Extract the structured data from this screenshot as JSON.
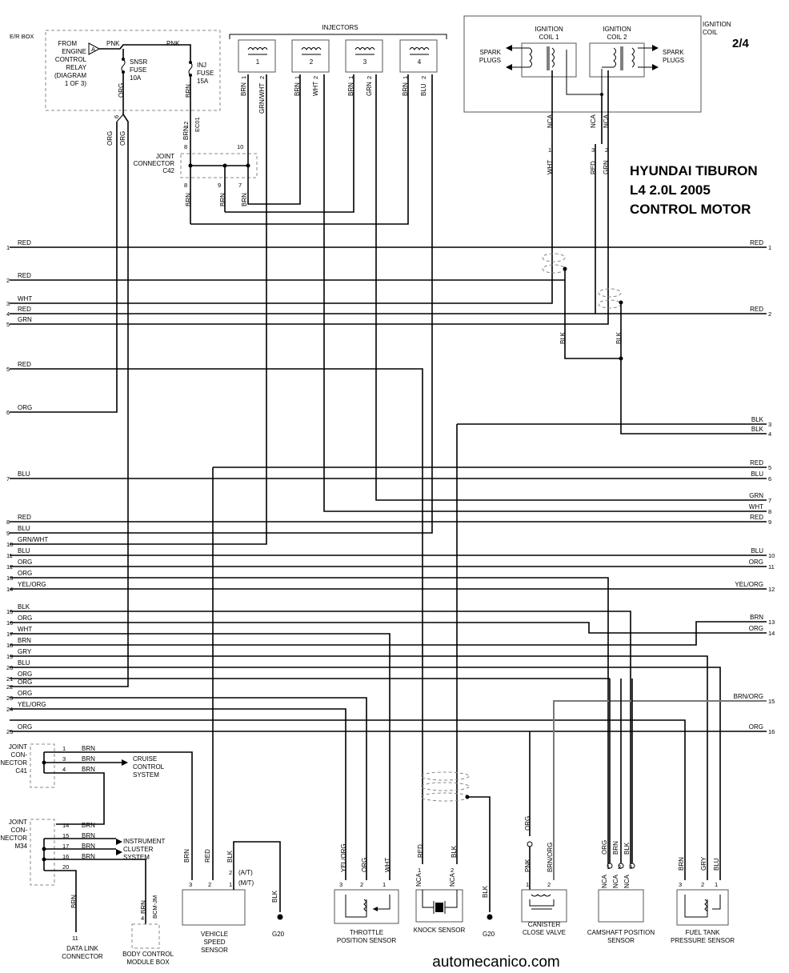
{
  "page_number": "2/4",
  "title_lines": [
    "HYUNDAI TIBURON",
    "L4 2.0L 2005",
    "CONTROL MOTOR"
  ],
  "website": "automecanico.com",
  "er_box": {
    "label": "E/R BOX",
    "relay_lines": [
      "FROM",
      "ENGINE",
      "CONTROL",
      "RELAY",
      "(DIAGRAM",
      "1 OF 3)"
    ],
    "relay_pin": "A",
    "pnk1": "PNK",
    "pnk2": "PNK",
    "snsr_fuse": [
      "SNSR",
      "FUSE",
      "10A"
    ],
    "inj_fuse": [
      "INJ",
      "FUSE",
      "15A"
    ],
    "org": "ORG",
    "brn": "BRN"
  },
  "joint_c42": {
    "label": [
      "JOINT",
      "CONNECTOR",
      "C42"
    ],
    "pins": [
      "10",
      "8",
      "9",
      "7"
    ]
  },
  "pin_labels_top": {
    "pin6": "6",
    "org_a": "ORG",
    "org_b": "ORG",
    "pin12": "12",
    "brn": "BRN",
    "ec01": "EC01",
    "pin8": "8"
  },
  "injectors": {
    "title": "INJECTORS",
    "items": [
      {
        "num": "1",
        "pins": [
          "1",
          "2"
        ],
        "wires": [
          "BRN",
          "GRN/WHT"
        ]
      },
      {
        "num": "2",
        "pins": [
          "1",
          "2"
        ],
        "wires": [
          "BRN",
          "WHT"
        ]
      },
      {
        "num": "3",
        "pins": [
          "1",
          "2"
        ],
        "wires": [
          "BRN",
          "GRN"
        ]
      },
      {
        "num": "4",
        "pins": [
          "1",
          "2"
        ],
        "wires": [
          "BRN",
          "BLU"
        ]
      }
    ],
    "lower_wires": [
      "BRN",
      "BRN",
      "BRN"
    ]
  },
  "ignition": {
    "label": [
      "IGNITION",
      "COIL"
    ],
    "coil1": [
      "IGNITION",
      "COIL 1"
    ],
    "coil2": [
      "IGNITION",
      "COIL 2"
    ],
    "spark_left": [
      "SPARK",
      "PLUGS"
    ],
    "spark_right": [
      "SPARK",
      "PLUGS"
    ],
    "nca": [
      "NCA",
      "NCA",
      "NCA"
    ],
    "pins": [
      "1",
      "3",
      "2"
    ],
    "wires": [
      "WHT",
      "RED",
      "GRN"
    ],
    "blk": [
      "BLK",
      "BLK"
    ]
  },
  "left_lines": [
    {
      "num": "1",
      "label": "RED"
    },
    {
      "num": "2",
      "label": "RED"
    },
    {
      "num": "3",
      "label": "WHT"
    },
    {
      "num": "4",
      "label": "RED"
    },
    {
      "num": "5",
      "label": "GRN"
    },
    {
      "num": "5",
      "label": "RED"
    },
    {
      "num": "6",
      "label": "ORG"
    },
    {
      "num": "7",
      "label": "BLU"
    },
    {
      "num": "8",
      "label": "RED"
    },
    {
      "num": "9",
      "label": "BLU"
    },
    {
      "num": "10",
      "label": "GRN/WHT"
    },
    {
      "num": "11",
      "label": "BLU"
    },
    {
      "num": "12",
      "label": "ORG"
    },
    {
      "num": "13",
      "label": "ORG"
    },
    {
      "num": "14",
      "label": "YEL/ORG"
    },
    {
      "num": "15",
      "label": "BLK"
    },
    {
      "num": "16",
      "label": "ORG"
    },
    {
      "num": "17",
      "label": "WHT"
    },
    {
      "num": "18",
      "label": "BRN"
    },
    {
      "num": "19",
      "label": "GRY"
    },
    {
      "num": "20",
      "label": "BLU"
    },
    {
      "num": "21",
      "label": "ORG"
    },
    {
      "num": "22",
      "label": "ORG"
    },
    {
      "num": "23",
      "label": "ORG"
    },
    {
      "num": "24",
      "label": "YEL/ORG"
    },
    {
      "num": "25",
      "label": "ORG"
    }
  ],
  "right_lines": [
    {
      "num": "1",
      "label": "RED"
    },
    {
      "num": "2",
      "label": "RED"
    },
    {
      "num": "3",
      "label": "BLK"
    },
    {
      "num": "4",
      "label": "BLK"
    },
    {
      "num": "5",
      "label": "RED"
    },
    {
      "num": "6",
      "label": "BLU"
    },
    {
      "num": "7",
      "label": "GRN"
    },
    {
      "num": "8",
      "label": "WHT"
    },
    {
      "num": "9",
      "label": "RED"
    },
    {
      "num": "10",
      "label": "BLU"
    },
    {
      "num": "11",
      "label": "ORG"
    },
    {
      "num": "12",
      "label": "YEL/ORG"
    },
    {
      "num": "13",
      "label": "BRN"
    },
    {
      "num": "14",
      "label": "ORG"
    },
    {
      "num": "15",
      "label": "BRN/ORG"
    },
    {
      "num": "16",
      "label": "ORG"
    }
  ],
  "joint_c41": {
    "label": [
      "JOINT",
      "CON-",
      "NECTOR",
      "C41"
    ],
    "pins": [
      "1",
      "3",
      "4"
    ],
    "wires": [
      "BRN",
      "BRN",
      "BRN"
    ],
    "dest": [
      "CRUISE",
      "CONTROL",
      "SYSTEM"
    ]
  },
  "joint_m34": {
    "label": [
      "JOINT",
      "CON-",
      "NECTOR",
      "M34"
    ],
    "pins": [
      "14",
      "15",
      "17",
      "16",
      "20"
    ],
    "wires": [
      "BRN",
      "BRN",
      "BRN",
      "BRN"
    ],
    "dest": [
      "INSTRUMENT",
      "CLUSTER",
      "SYSTEM"
    ]
  },
  "data_link": {
    "wire": "BRN",
    "pin": "11",
    "label": [
      "DATA LINK",
      "CONNECTOR"
    ]
  },
  "bcm": {
    "pin": "4",
    "wire": "BRN",
    "conn": "BCM-JM",
    "label": [
      "BODY CONTROL",
      "MODULE BOX"
    ]
  },
  "vss": {
    "pins": [
      "3",
      "2",
      "1"
    ],
    "wires": [
      "BRN",
      "RED",
      "BLK"
    ],
    "pin2": "2",
    "at": "(A/T)",
    "mt": "(M/T)",
    "blk": "BLK",
    "ground": "G20",
    "label": [
      "VEHICLE",
      "SPEED",
      "SENSOR"
    ]
  },
  "tps": {
    "pins": [
      "3",
      "2",
      "1"
    ],
    "wires": [
      "YEL/ORG",
      "ORG",
      "WHT"
    ],
    "label": [
      "THROTTLE",
      "POSITION SENSOR"
    ]
  },
  "knock": {
    "wires": [
      "RED",
      "BLK"
    ],
    "pins": [
      "1",
      "2"
    ],
    "nca": [
      "NCA",
      "NCA"
    ],
    "blk": "BLK",
    "ground": "G20",
    "label": "KNOCK SENSOR"
  },
  "canister": {
    "org": "ORG",
    "wires": [
      "PNK",
      "BRN/ORG"
    ],
    "pins": [
      "1",
      "2"
    ],
    "label": [
      "CANISTER",
      "CLOSE VALVE"
    ]
  },
  "cam": {
    "wires": [
      "ORG",
      "BRN",
      "BLK"
    ],
    "pins": [
      "1",
      "2",
      "3"
    ],
    "nca": [
      "NCA",
      "NCA",
      "NCA"
    ],
    "label": [
      "CAMSHAFT POSITION",
      "SENSOR"
    ]
  },
  "fuel": {
    "wires": [
      "BRN",
      "GRY",
      "BLU"
    ],
    "pins": [
      "3",
      "2",
      "1"
    ],
    "label": [
      "FUEL TANK",
      "PRESSURE SENSOR"
    ]
  },
  "colors": {
    "wire": "#000000",
    "shield": "#777777",
    "box_border": "#555555"
  }
}
